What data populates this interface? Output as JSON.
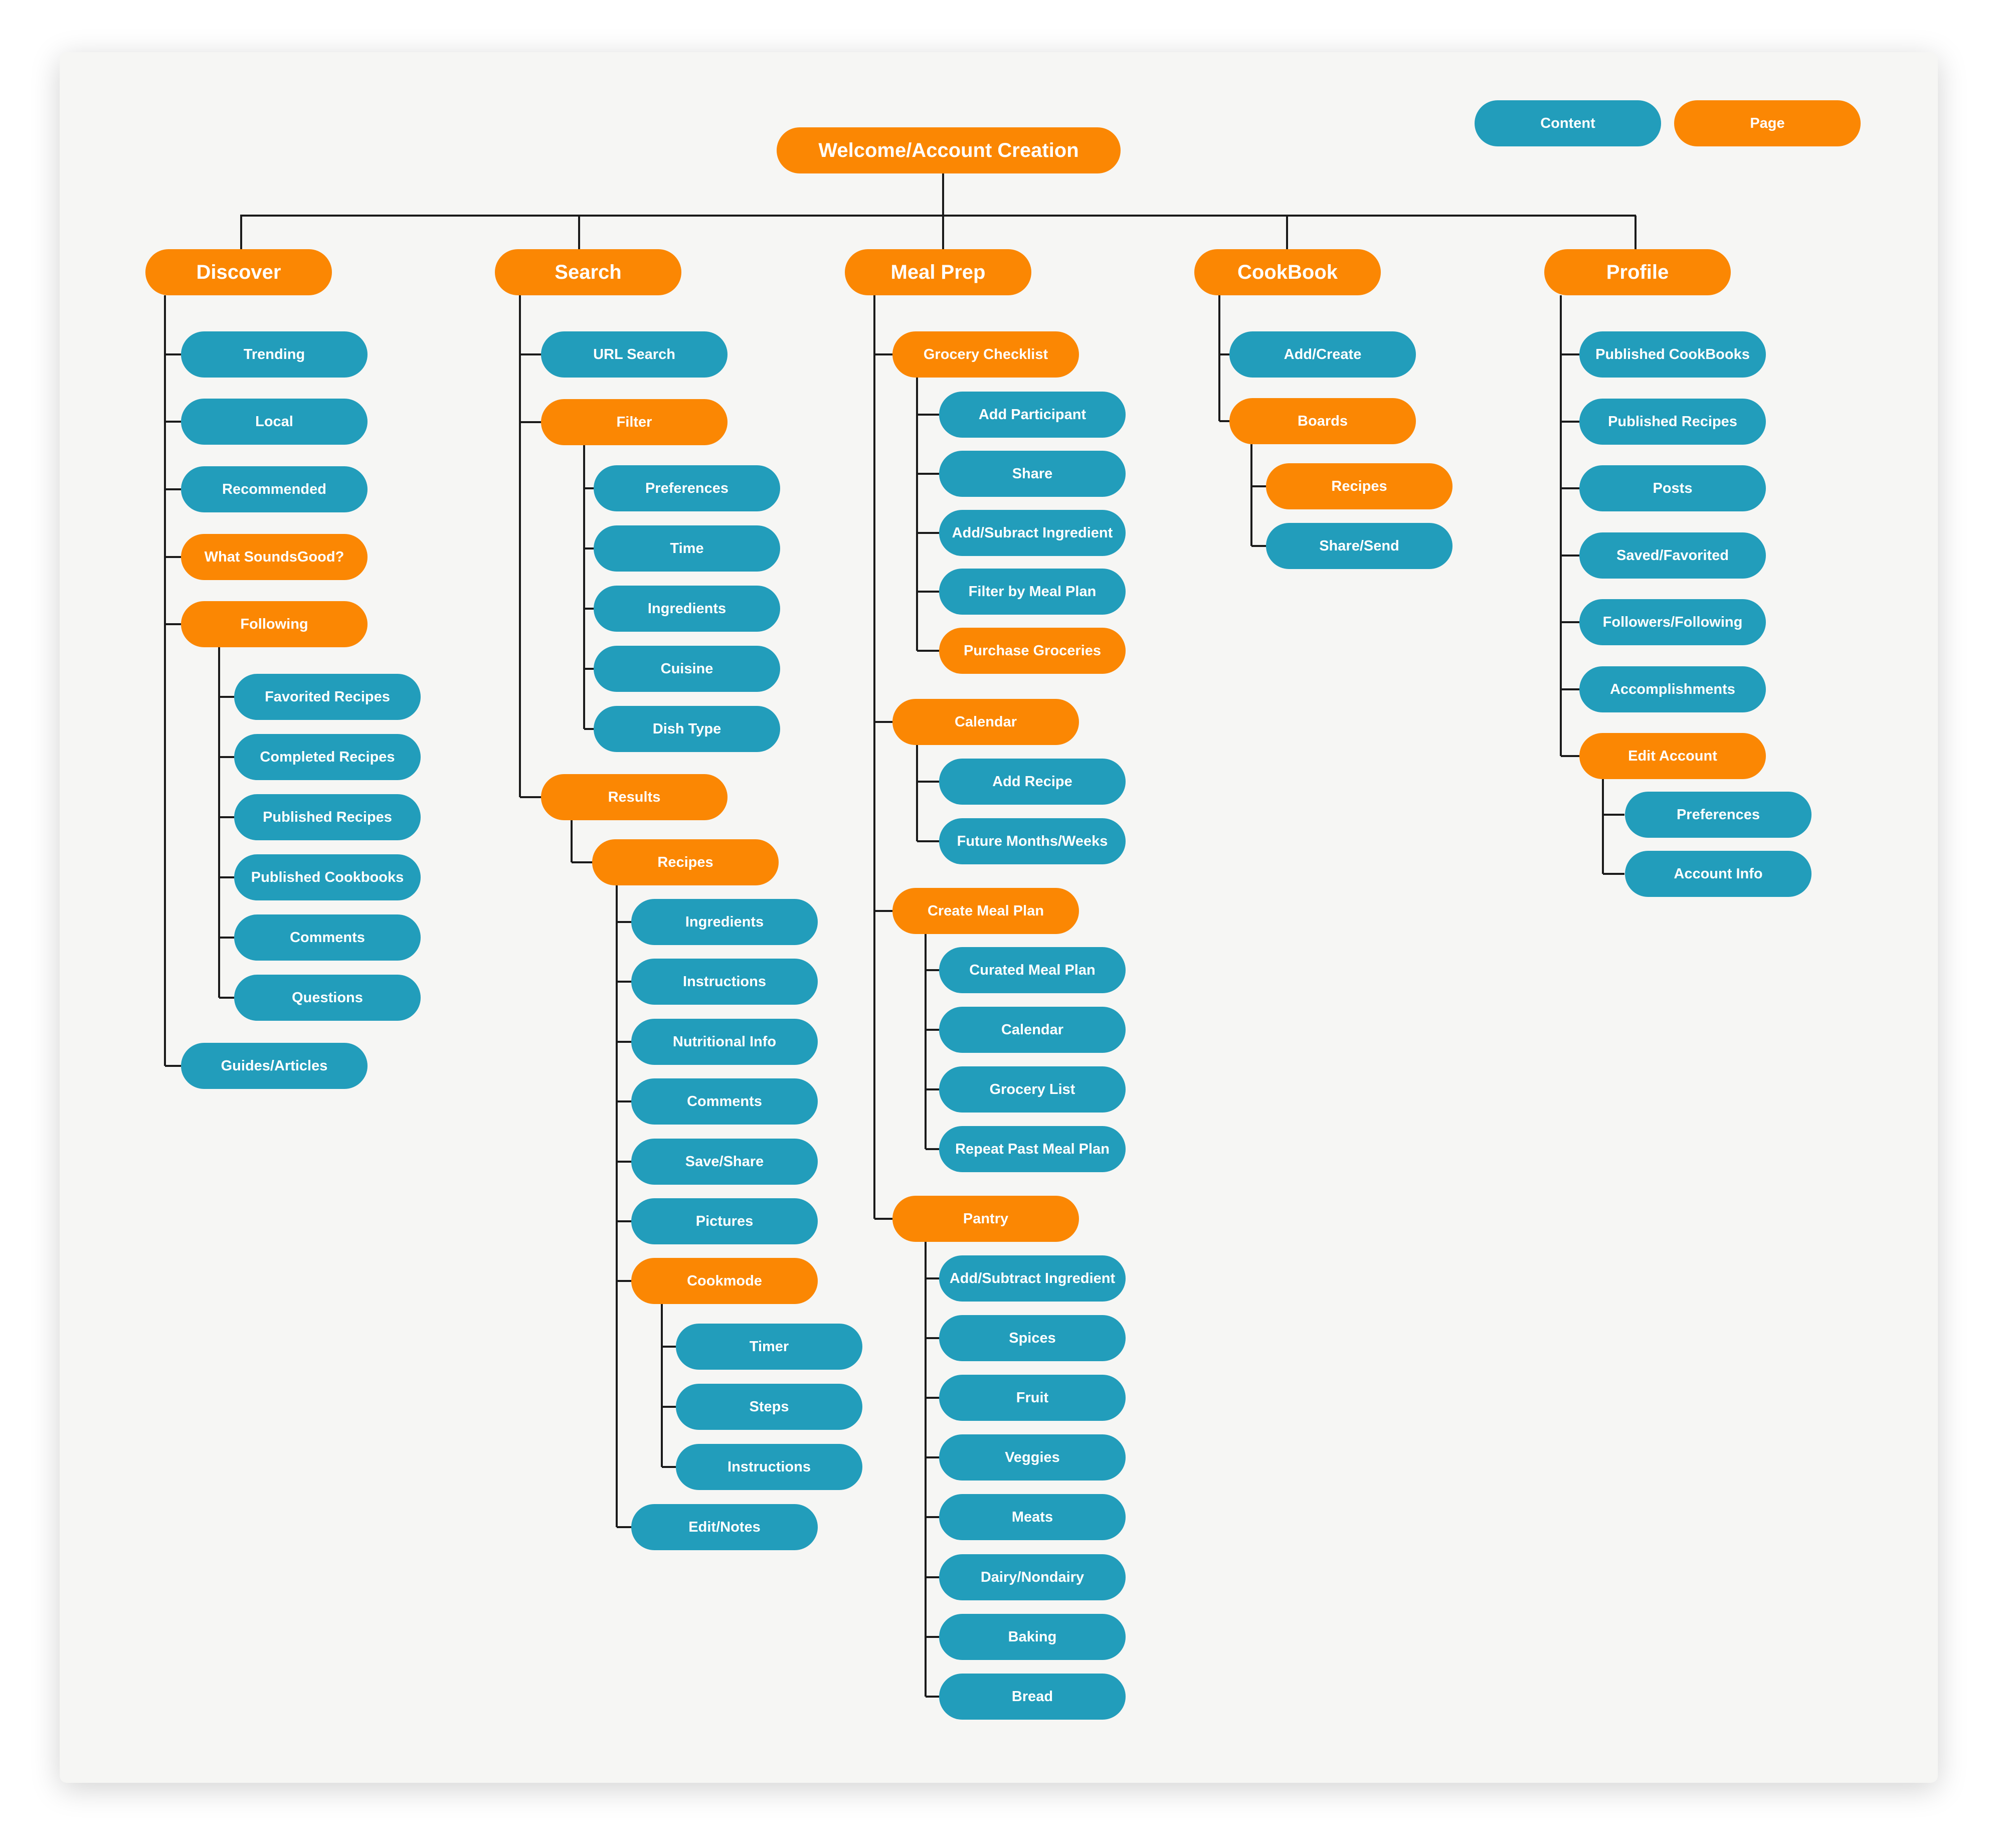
{
  "legend": {
    "content_label": "Content",
    "page_label": "Page"
  },
  "colors": {
    "page": "#fb8703",
    "content": "#229dbb",
    "connector": "#1a1a1a",
    "background": "#f6f6f4"
  },
  "root": "Welcome/Account Creation",
  "sections": {
    "discover": {
      "label": "Discover",
      "children": [
        "Trending",
        "Local",
        "Recommended",
        "What SoundsGood?",
        "Following",
        "Guides/Articles"
      ],
      "following_children": [
        "Favorited Recipes",
        "Completed Recipes",
        "Published Recipes",
        "Published Cookbooks",
        "Comments",
        "Questions"
      ]
    },
    "search": {
      "label": "Search",
      "children": [
        "URL Search",
        "Filter",
        "Results"
      ],
      "filter_children": [
        "Preferences",
        "Time",
        "Ingredients",
        "Cuisine",
        "Dish Type"
      ],
      "results_children": [
        "Recipes"
      ],
      "recipes_children": [
        "Ingredients",
        "Instructions",
        "Nutritional Info",
        "Comments",
        "Save/Share",
        "Pictures",
        "Cookmode",
        "Edit/Notes"
      ],
      "cookmode_children": [
        "Timer",
        "Steps",
        "Instructions"
      ]
    },
    "mealprep": {
      "label": "Meal Prep",
      "children": [
        "Grocery Checklist",
        "Calendar",
        "Create Meal Plan",
        "Pantry"
      ],
      "grocery_children": [
        "Add Participant",
        "Share",
        "Add/Subract Ingredient",
        "Filter by Meal Plan",
        "Purchase Groceries"
      ],
      "calendar_children": [
        "Add Recipe",
        "Future Months/Weeks"
      ],
      "createplan_children": [
        "Curated Meal Plan",
        "Calendar",
        "Grocery List",
        "Repeat Past Meal Plan"
      ],
      "pantry_children": [
        "Add/Subtract Ingredient",
        "Spices",
        "Fruit",
        "Veggies",
        "Meats",
        "Dairy/Nondairy",
        "Baking",
        "Bread"
      ]
    },
    "cookbook": {
      "label": "CookBook",
      "children": [
        "Add/Create",
        "Boards"
      ],
      "boards_children": [
        "Recipes",
        "Share/Send"
      ]
    },
    "profile": {
      "label": "Profile",
      "children": [
        "Published CookBooks",
        "Published Recipes",
        "Posts",
        "Saved/Favorited",
        "Followers/Following",
        "Accomplishments",
        "Edit Account"
      ],
      "edit_children": [
        "Preferences",
        "Account Info"
      ]
    }
  }
}
